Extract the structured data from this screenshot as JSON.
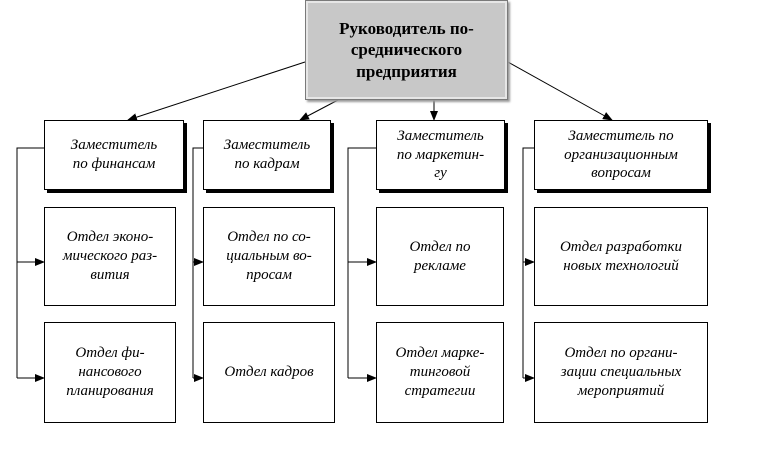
{
  "head": {
    "label": "Руководитель по-\nсреднического\nпредприятия"
  },
  "columns": [
    {
      "deputy": "Заместитель\nпо финансам",
      "departments": [
        "Отдел эконо-\nмического раз-\nвития",
        "Отдел фи-\nнансового\nпланирования"
      ]
    },
    {
      "deputy": "Заместитель\nпо кадрам",
      "departments": [
        "Отдел по со-\nциальным во-\nпросам",
        "Отдел кадров"
      ]
    },
    {
      "deputy": "Заместитель\nпо маркетин-\nгу",
      "departments": [
        "Отдел по\nрекламе",
        "Отдел марке-\nтинговой\nстратегии"
      ]
    },
    {
      "deputy": "Заместитель по\nорганизационным\nвопросам",
      "departments": [
        "Отдел разработки\nновых технологий",
        "Отдел по органи-\nзации специальных\nмероприятий"
      ]
    }
  ]
}
